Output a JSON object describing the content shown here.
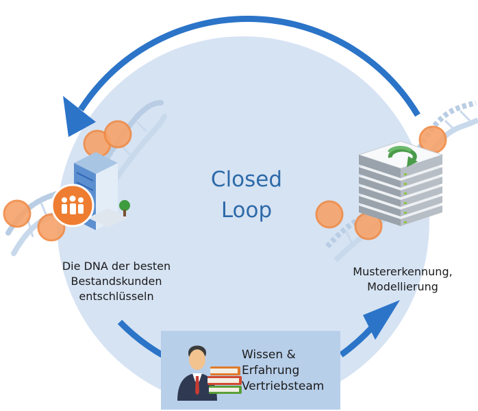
{
  "center": {
    "line1": "Closed",
    "line2": "Loop"
  },
  "left_label": {
    "line1": "Die DNA der besten",
    "line2": "Bestandskunden",
    "line3": "entschlüsseln"
  },
  "right_label": {
    "line1": "Mustererkennung,",
    "line2": "Modellierung"
  },
  "bottom_box": {
    "line1": "Wissen &",
    "line2": "Erfahrung",
    "line3": "Vertriebsteam"
  },
  "colors": {
    "circle_fill": "#d6e3f3",
    "arrow": "#2b74c8",
    "dna_strand": "#b9cde4",
    "dna_node": "#f6a36a",
    "team_badge": "#ef7d31",
    "title": "#2e6aa8",
    "box": "#b8cfea"
  },
  "icons": [
    "building-icon",
    "team-badge-icon",
    "server-stack-icon",
    "refresh-icon",
    "person-icon",
    "books-icon",
    "dna-helix-icon",
    "loop-arrow-icon"
  ]
}
